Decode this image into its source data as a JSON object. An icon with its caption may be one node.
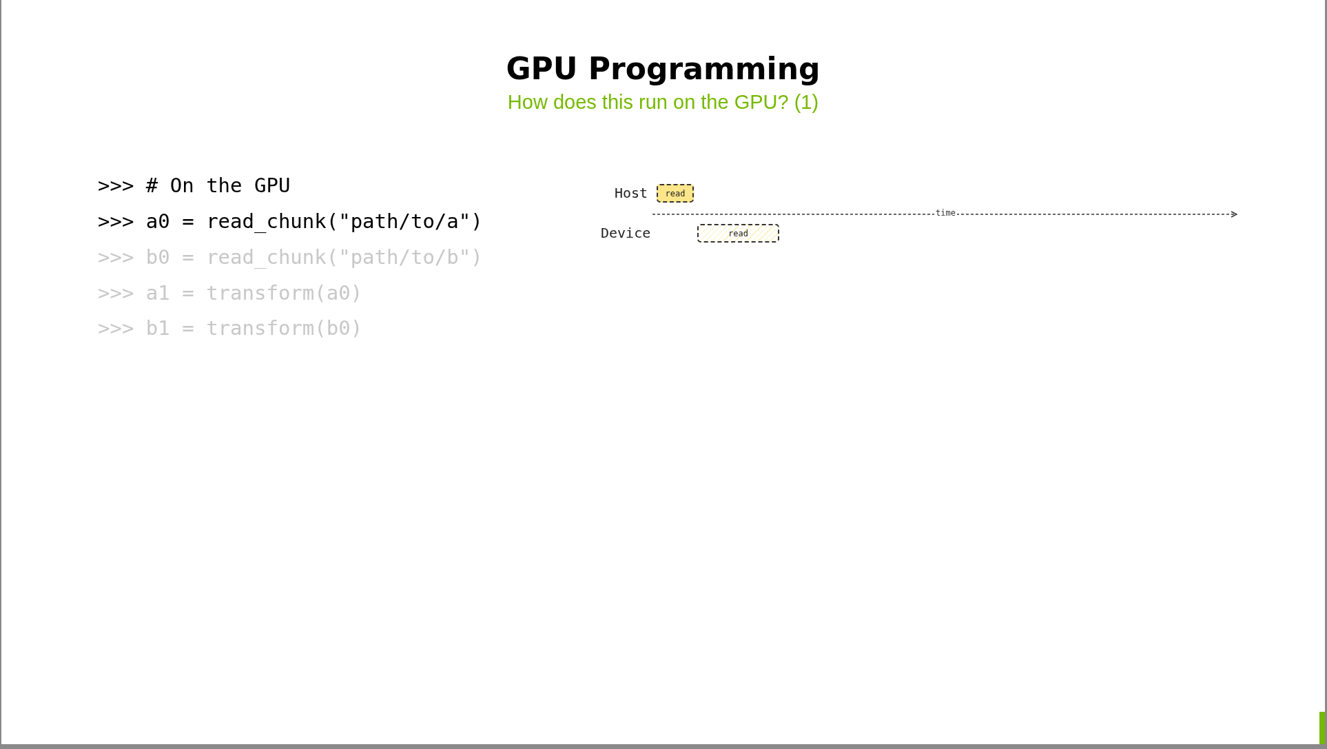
{
  "diagram": {
    "title": "GPU Programming",
    "caption": "How does this run on the GPU? (1)",
    "nodes": [
      {
        "text": [
          "read"
        ]
      },
      {
        "text": [
          "read"
        ]
      }
    ],
    "labels": [
      ">>> # On the GPU",
      ">>> a0 = read_chunk(\"path/to/a\")",
      ">>> b0 = read_chunk(\"path/to/b\")",
      ">>> a1 = transform(a0)",
      ">>> b1 = transform(b0)",
      "Host",
      "Device",
      "time"
    ]
  }
}
